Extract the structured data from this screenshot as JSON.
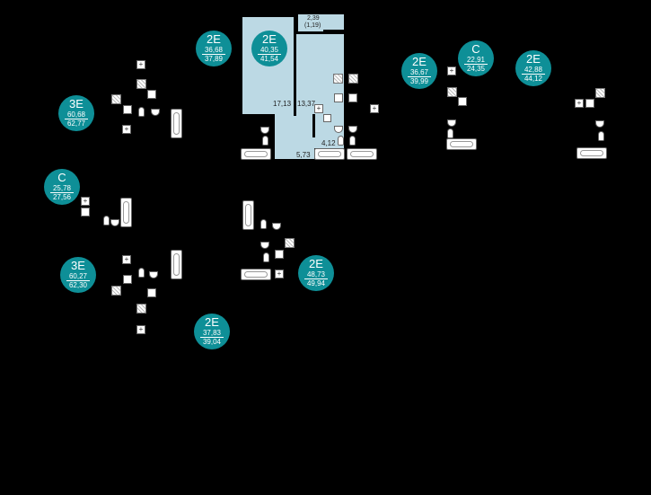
{
  "units": [
    {
      "code": "2E",
      "area_living": "36,68",
      "area_total": "37,89"
    },
    {
      "code": "2E",
      "area_living": "40,35",
      "area_total": "41,54"
    },
    {
      "code": "3E",
      "area_living": "60,68",
      "area_total": "62,77"
    },
    {
      "code": "C",
      "area_living": "25,78",
      "area_total": "27,56"
    },
    {
      "code": "3E",
      "area_living": "60,27",
      "area_total": "62,30"
    },
    {
      "code": "2E",
      "area_living": "37,83",
      "area_total": "39,04"
    },
    {
      "code": "2E",
      "area_living": "48,73",
      "area_total": "49,94"
    },
    {
      "code": "2E",
      "area_living": "36,67",
      "area_total": "39,99"
    },
    {
      "code": "C",
      "area_living": "22,91",
      "area_total": "24,35"
    },
    {
      "code": "2E",
      "area_living": "42,88",
      "area_total": "44,12"
    }
  ],
  "rooms": {
    "balcony_area": "2,39",
    "balcony_area_reduced": "(1,19)",
    "room1_area": "17,13",
    "room2_area": "13,37",
    "bath_area": "4,12",
    "hall_area": "5,73"
  },
  "colors": {
    "badge": "#0e8f97",
    "room_fill": "#bcd9e4",
    "background": "#000000"
  }
}
